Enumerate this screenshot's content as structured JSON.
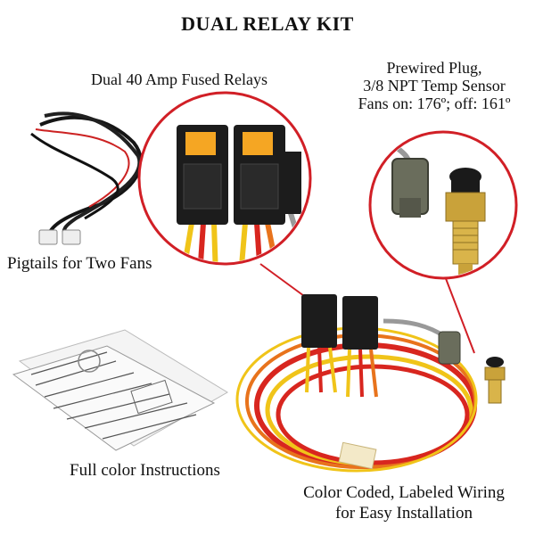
{
  "title": "DUAL RELAY KIT",
  "labels": {
    "relays": "Dual 40 Amp Fused Relays",
    "plug_line1": "Prewired Plug,",
    "plug_line2": "3/8 NPT Temp Sensor",
    "plug_line3": "Fans on: 176º; off: 161º",
    "pigtails": "Pigtails for Two Fans",
    "instructions": "Full color Instructions",
    "wiring_line1": "Color Coded, Labeled Wiring",
    "wiring_line2": "for Easy Installation"
  },
  "colors": {
    "callout_ring": "#d11f26",
    "wire_red": "#d8261f",
    "wire_yellow": "#f0c419",
    "wire_orange": "#e8731c",
    "relay_body": "#1c1c1c",
    "fuse": "#f5a623",
    "sensor_brass": "#c9a23a"
  }
}
